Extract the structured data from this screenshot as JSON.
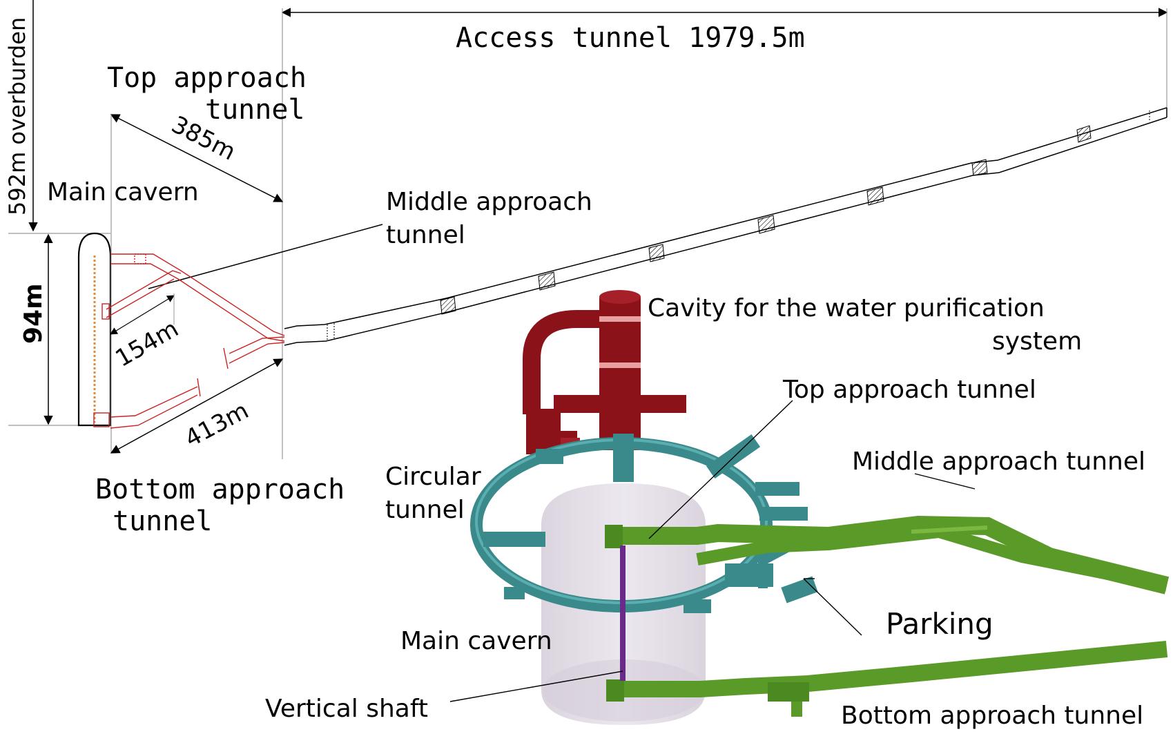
{
  "colors": {
    "ink": "#000000",
    "gray_line": "#999999",
    "red_tunnels": "#cc2222",
    "purification_cavity": "#8b1218",
    "purification_highlight": "#e8a0a0",
    "circular_tunnel": "#3a8a8c",
    "green_tunnels": "#5a9a28",
    "main_cavern_fill": "#d8d0dc",
    "vertical_shaft": "#6a2a8a"
  },
  "section_view": {
    "access_tunnel_label": "Access tunnel 1979.5m",
    "top_approach_label_line1": "Top approach",
    "top_approach_label_line2": "tunnel",
    "top_approach_length": "385m",
    "overburden_label": "592m overburden",
    "main_cavern_label": "Main cavern",
    "middle_approach_label_line1": "Middle approach",
    "middle_approach_label_line2": "tunnel",
    "height_label": "94m",
    "middle_length": "154m",
    "bottom_length": "413m",
    "bottom_approach_label_line1": "Bottom approach",
    "bottom_approach_label_line2": "tunnel"
  },
  "view_3d": {
    "purification_label_line1": "Cavity for the water purification",
    "purification_label_line2": "system",
    "top_approach_label": "Top approach tunnel",
    "circular_tunnel_line1": "Circular",
    "circular_tunnel_line2": "tunnel",
    "middle_approach_label": "Middle approach tunnel",
    "parking_label": "Parking",
    "main_cavern_label": "Main cavern",
    "vertical_shaft_label": "Vertical shaft",
    "bottom_approach_label": "Bottom approach tunnel"
  }
}
